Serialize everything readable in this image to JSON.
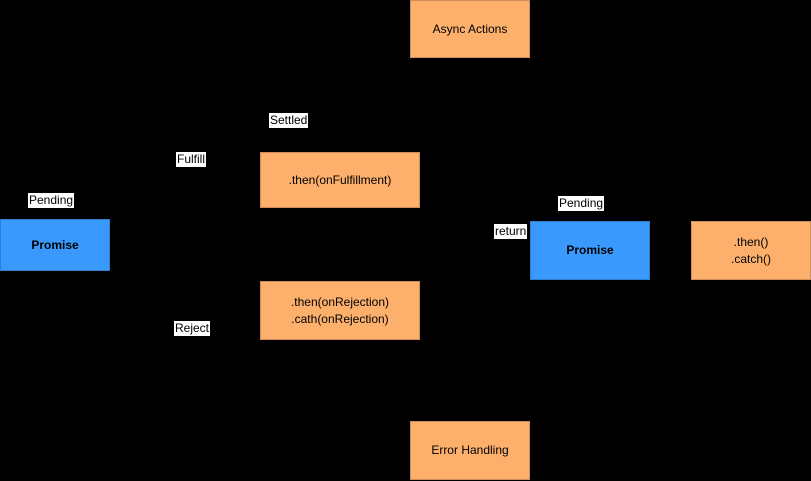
{
  "diagram": {
    "colors": {
      "background": "#000000",
      "action_node_fill": "#fcb06c",
      "promise_node_fill": "#3999fc",
      "node_text": "#000000",
      "edge_label_bg": "#ffffff",
      "edge_label_text": "#000000"
    },
    "nodes": {
      "async_actions": {
        "label": "Async Actions"
      },
      "promise_left": {
        "label": "Promise"
      },
      "then_fulfillment": {
        "label": ".then(onFulfillment)"
      },
      "then_rejection": {
        "line1": ".then(onRejection)",
        "line2": ".cath(onRejection)"
      },
      "promise_right": {
        "label": "Promise"
      },
      "then_catch": {
        "line1": ".then()",
        "line2": ".catch()"
      },
      "error_handling": {
        "label": "Error Handling"
      }
    },
    "edge_labels": {
      "pending_left": "Pending",
      "fulfill": "Fulfill",
      "settled": "Settled",
      "reject": "Reject",
      "return_label": "return",
      "pending_right": "Pending"
    }
  }
}
